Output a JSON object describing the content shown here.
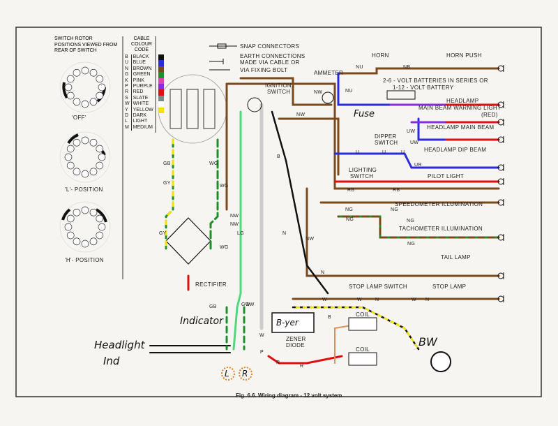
{
  "rotor_key": {
    "title": [
      "SWITCH ROTOR",
      "POSITIONS VIEWED FROM",
      "REAR OF SWITCH"
    ],
    "positions": [
      "'OFF'",
      "'L'- POSITION",
      "'H'- POSITION"
    ]
  },
  "cable_code": {
    "title": [
      "CABLE",
      "COLOUR",
      "CODE"
    ],
    "rows": [
      {
        "code": "B",
        "name": "BLACK",
        "color": "#111111"
      },
      {
        "code": "U",
        "name": "BLUE",
        "color": "#2a2ae0"
      },
      {
        "code": "N",
        "name": "BROWN",
        "color": "#7a4a1e"
      },
      {
        "code": "G",
        "name": "GREEN",
        "color": "#1f8f2a"
      },
      {
        "code": "K",
        "name": "PINK",
        "color": "#e040b0"
      },
      {
        "code": "P",
        "name": "PURPLE",
        "color": "#8a2be2"
      },
      {
        "code": "R",
        "name": "RED",
        "color": "#e01010"
      },
      {
        "code": "S",
        "name": "SLATE",
        "color": "#7a8a8a"
      },
      {
        "code": "W",
        "name": "WHITE",
        "color": "#ffffff"
      },
      {
        "code": "Y",
        "name": "YELLOW",
        "color": "#f2e200"
      },
      {
        "code": "D",
        "name": "DARK",
        "color": ""
      },
      {
        "code": "L",
        "name": "LIGHT",
        "color": ""
      },
      {
        "code": "M",
        "name": "MEDIUM",
        "color": ""
      }
    ]
  },
  "symbols": {
    "snap": "SNAP CONNECTORS",
    "earth_cable": "EARTH CONNECTIONS",
    "earth_cable2": "MADE VIA CABLE OR",
    "earth_bolt": "VIA FIXING BOLT"
  },
  "labels": {
    "ammeter": "AMMETER",
    "ignition": "IGNITION",
    "ignition2": "SWITCH",
    "horn": "HORN",
    "horn_push": "HORN PUSH",
    "battery1": "2-6 - VOLT BATTERIES IN SERIES OR",
    "battery2": "1-12 - VOLT BATTERY",
    "headlamp": "HEADLAMP",
    "main_warning": "MAIN BEAM WARNING LIGHT",
    "red": "(RED)",
    "main_beam": "HEADLAMP MAIN BEAM",
    "dipper": "DIPPER",
    "dipper2": "SWITCH",
    "dip_beam": "HEADLAMP DIP BEAM",
    "lighting": "LIGHTING",
    "lighting2": "SWITCH",
    "pilot": "PILOT LIGHT",
    "speedo": "SPEEDOMETER ILLUMINATION",
    "tacho": "TACHOMETER ILLUMINATION",
    "tail": "TAIL LAMP",
    "stop_switch": "STOP LAMP SWITCH",
    "stop_lamp": "STOP LAMP",
    "rectifier": "RECTIFIER",
    "coil1": "COIL",
    "coil2": "COIL",
    "zener": "ZENER",
    "zener2": "DIODE",
    "caption": "Fig. 6.6. Wiring diagram - 12 volt system"
  },
  "handwritten": {
    "indicator": "Indicator",
    "headlight": "Headlight",
    "ind": "Ind",
    "fuse": "Fuse",
    "boyer": "B-yer",
    "bw": "BW",
    "l": "L",
    "r": "R"
  },
  "wire_codes": [
    "NU",
    "NB",
    "NU",
    "NW",
    "NW",
    "U",
    "UW",
    "UW",
    "U",
    "U",
    "UR",
    "RB",
    "RB",
    "NG",
    "NG",
    "NG",
    "NG",
    "NG",
    "NW",
    "N",
    "N",
    "W",
    "W",
    "N",
    "W",
    "N",
    "GB",
    "GY",
    "GY",
    "WG",
    "WG",
    "NW",
    "WG",
    "GW",
    "LG",
    "B",
    "W",
    "B",
    "R",
    "GB",
    "GW",
    "NW",
    "P",
    "R"
  ]
}
